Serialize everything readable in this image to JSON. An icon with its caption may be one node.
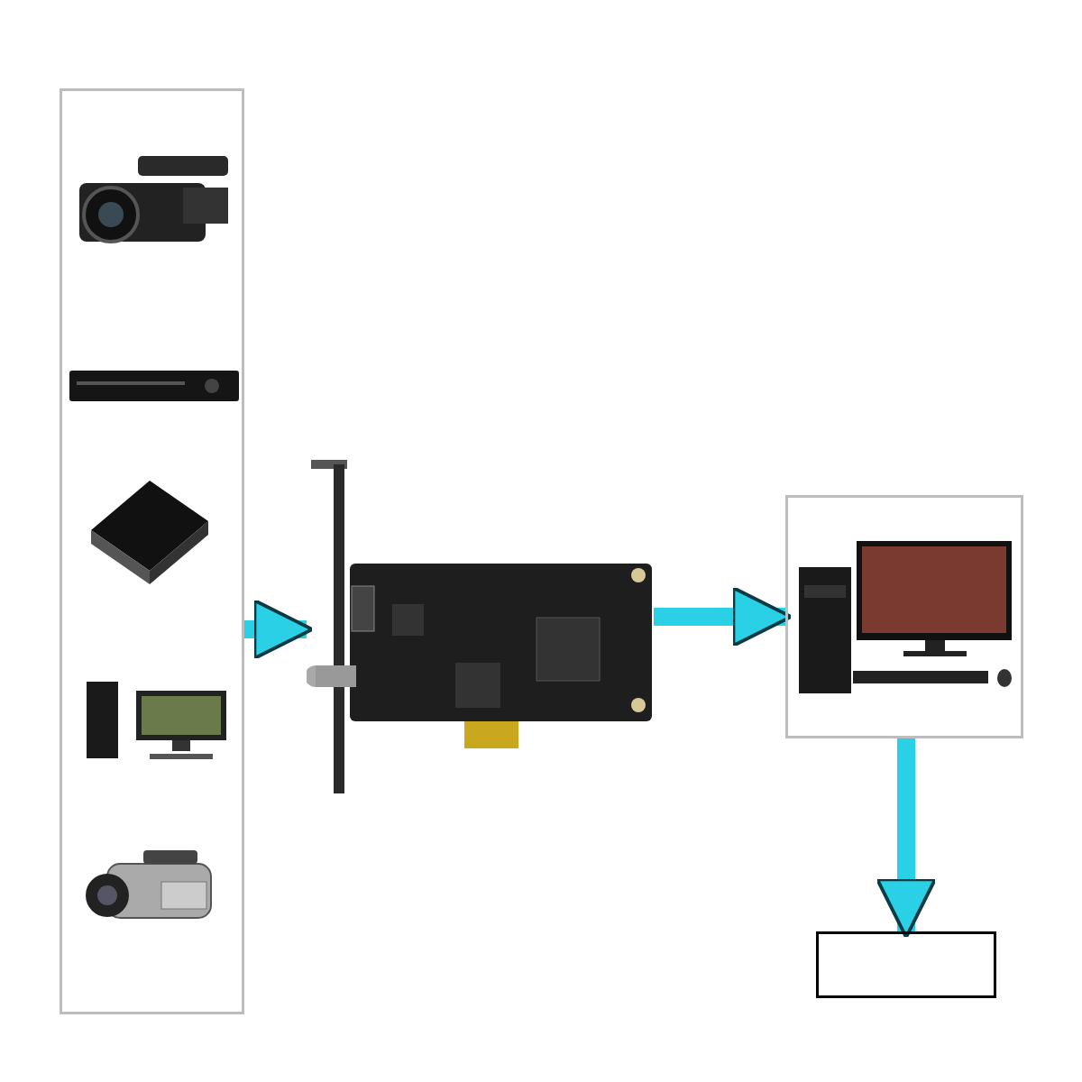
{
  "diagram": {
    "nodes": [
      {
        "text": [],
        "shape": "box"
      },
      {
        "text": [],
        "shape": "picture",
        "in": 0
      },
      {
        "text": [],
        "shape": "picture",
        "in": 0
      },
      {
        "text": [],
        "shape": "picture",
        "in": 0
      },
      {
        "text": [],
        "shape": "picture",
        "in": 0
      },
      {
        "text": [],
        "shape": "picture",
        "in": 0
      },
      {
        "text": [],
        "shape": "picture"
      },
      {
        "text": [],
        "shape": "box"
      },
      {
        "text": [],
        "shape": "picture",
        "in": 7
      },
      {
        "text": [],
        "shape": "box"
      }
    ],
    "edges": [
      {
        "from": 0,
        "to": 6,
        "arrow": "to"
      },
      {
        "from": 6,
        "to": 7,
        "arrow": "to"
      },
      {
        "from": 7,
        "to": 9,
        "arrow": "to"
      }
    ]
  }
}
